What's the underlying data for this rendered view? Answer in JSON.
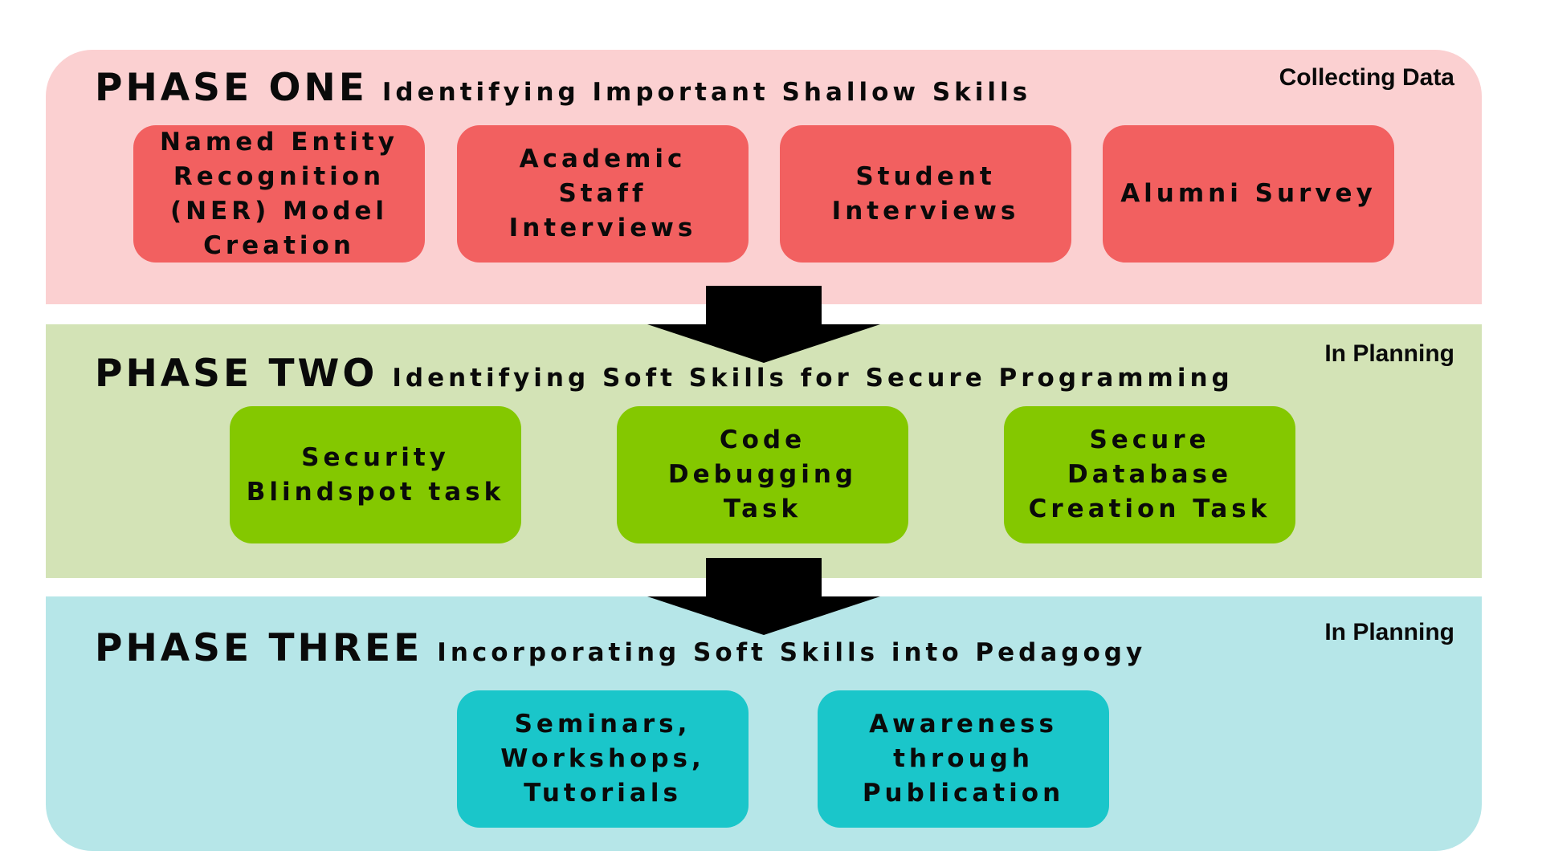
{
  "phases": [
    {
      "name": "PHASE ONE",
      "subtitle": "Identifying Important Shallow Skills",
      "status": "Collecting Data",
      "color": "#fbd0d1",
      "box_color": "#f26060",
      "tasks": [
        "Named Entity Recognition (NER) Model Creation",
        "Academic Staff Interviews",
        "Student Interviews",
        "Alumni Survey"
      ]
    },
    {
      "name": "PHASE TWO",
      "subtitle": "Identifying Soft Skills for Secure Programming",
      "status": "In Planning",
      "color": "#d3e3b6",
      "box_color": "#84c800",
      "tasks": [
        "Security Blindspot task",
        "Code Debugging Task",
        "Secure Database Creation Task"
      ]
    },
    {
      "name": "PHASE THREE",
      "subtitle": "Incorporating Soft Skills into Pedagogy",
      "status": "In Planning",
      "color": "#b6e6e8",
      "box_color": "#1ac6ca",
      "tasks": [
        "Seminars, Workshops, Tutorials",
        "Awareness through Publication"
      ]
    }
  ],
  "arrow_color": "#000000"
}
